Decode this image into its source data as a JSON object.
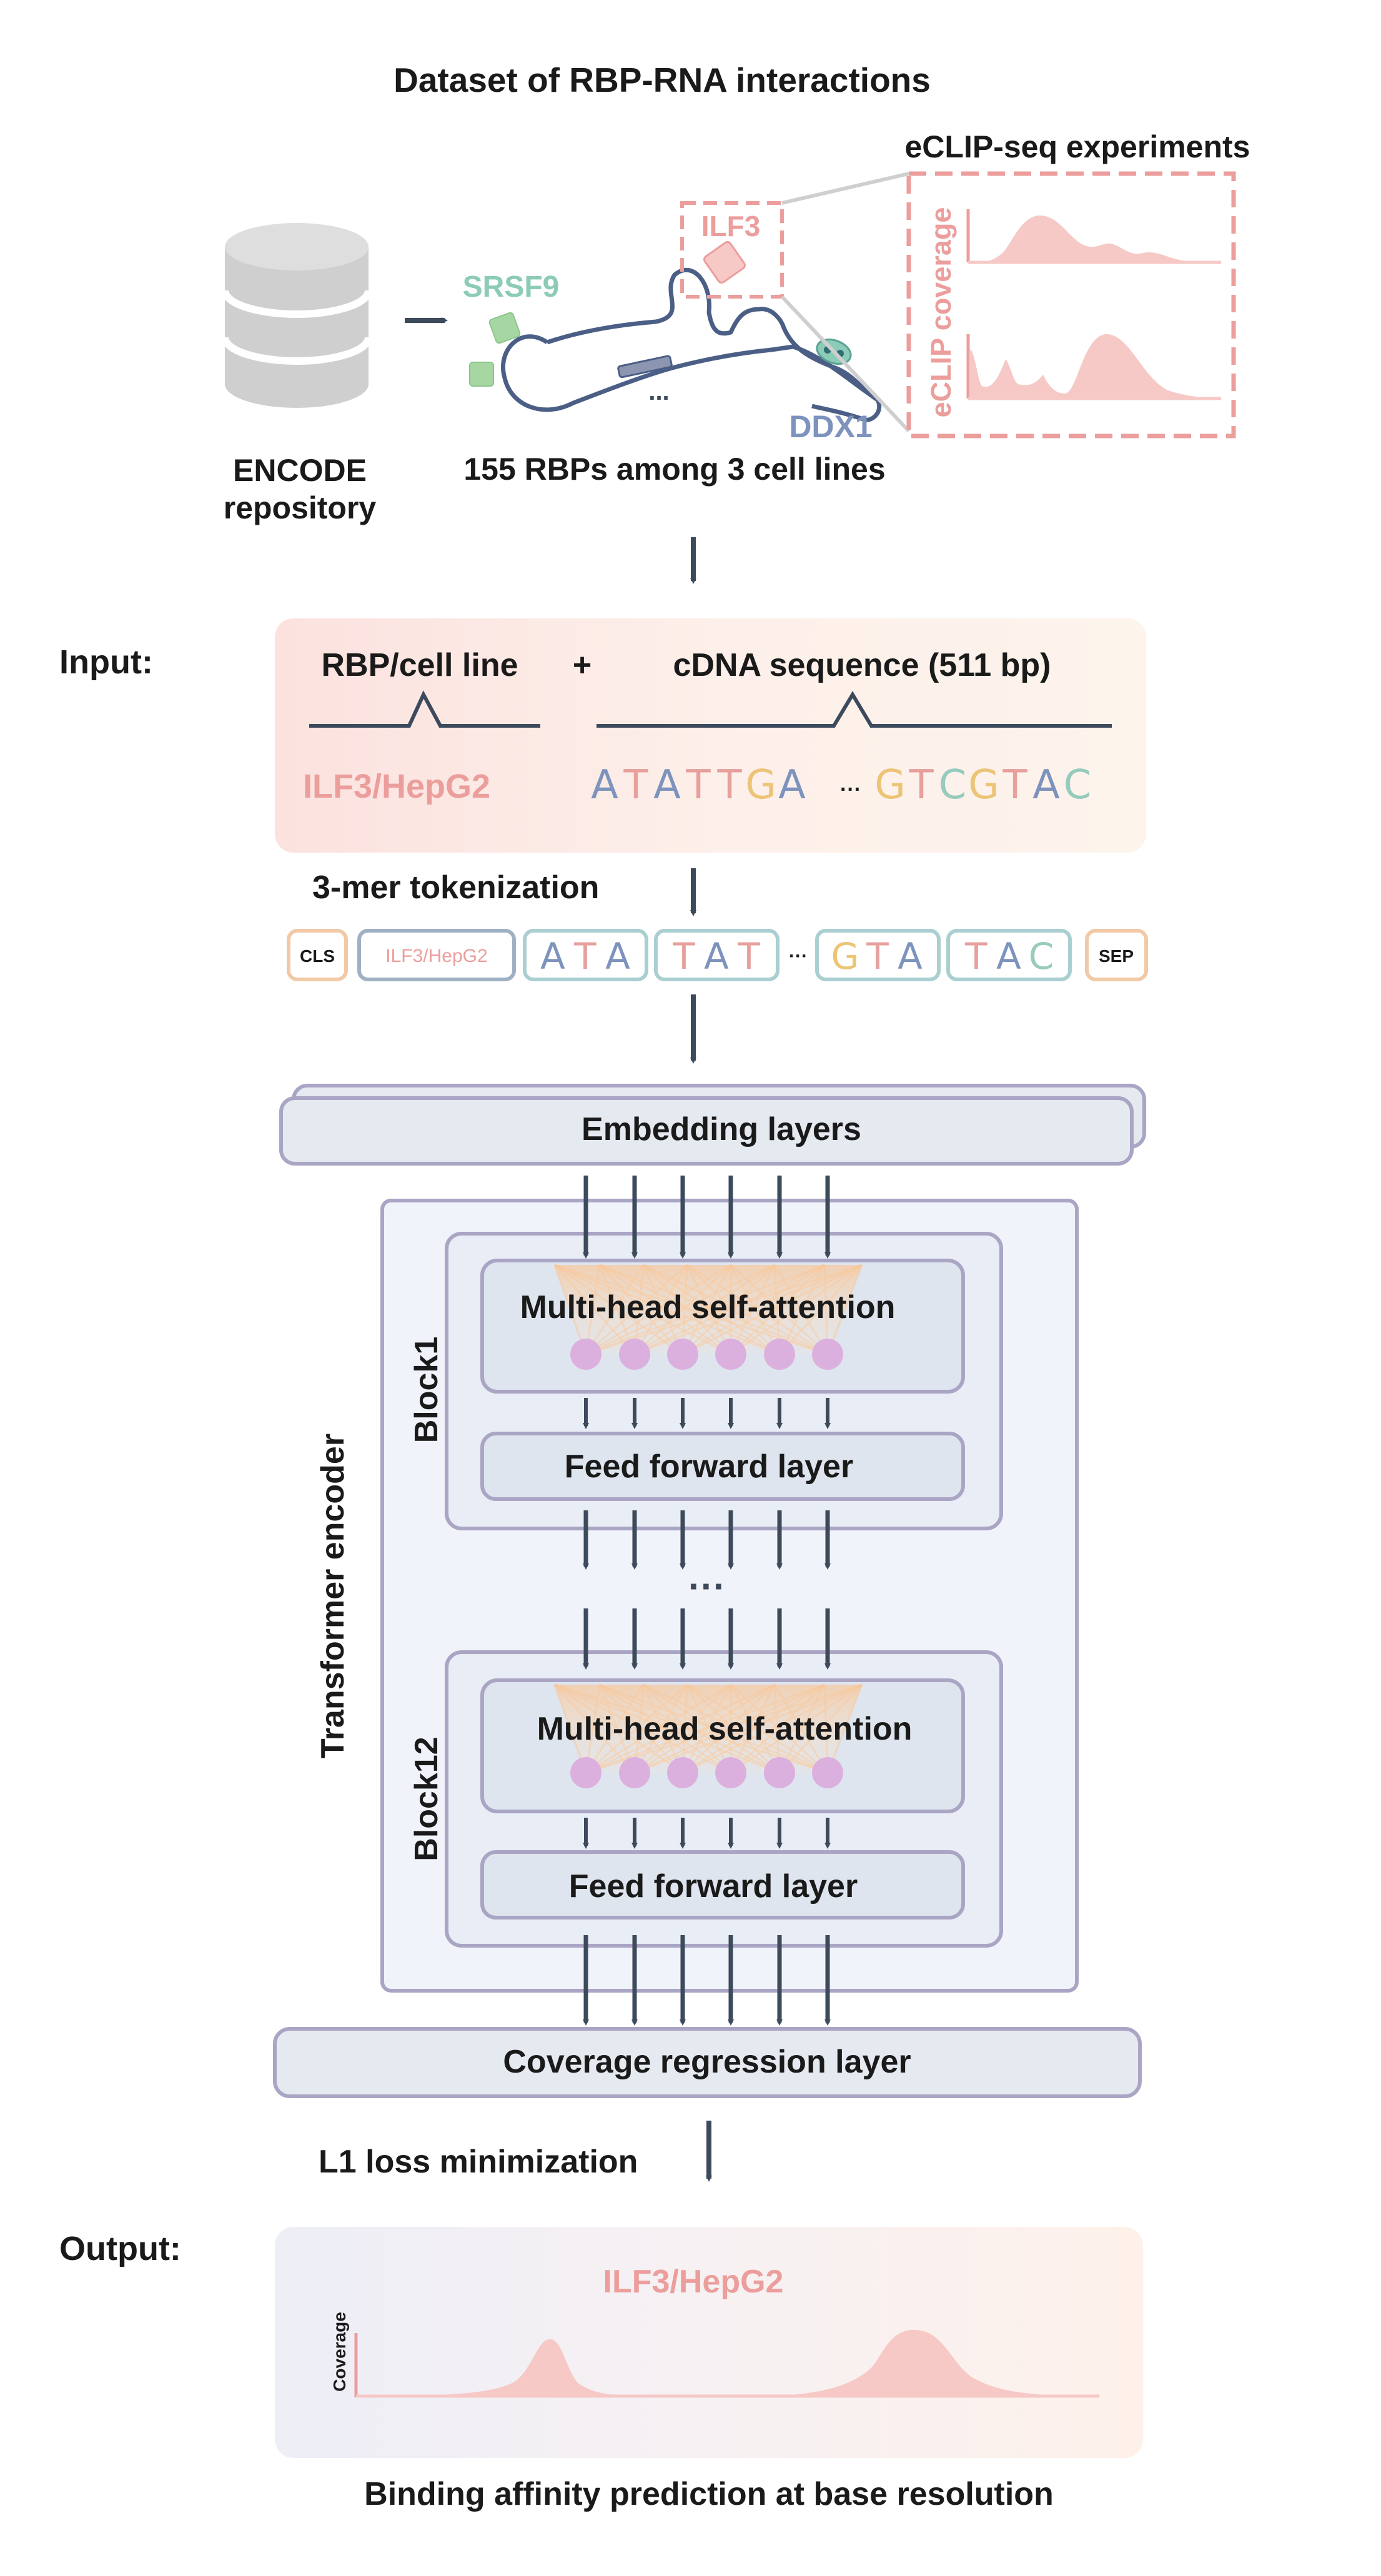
{
  "title": "Dataset of RBP-RNA interactions",
  "dataset": {
    "repository_label_1": "ENCODE",
    "repository_label_2": "repository",
    "rbp_labels": {
      "srsf9": "SRSF9",
      "ilf3": "ILF3",
      "ddx1": "DDX1"
    },
    "ellipsis": "...",
    "summary": "155 RBPs among 3 cell lines",
    "eclip_title": "eCLIP-seq experiments",
    "eclip_axis": "eCLIP coverage"
  },
  "input": {
    "label": "Input:",
    "rbp_header": "RBP/cell line",
    "plus": "+",
    "cdna_header": "cDNA sequence (511 bp)",
    "rbp_value": "ILF3/HepG2",
    "seq_left": [
      "A",
      "T",
      "A",
      "T",
      "T",
      "G",
      "A"
    ],
    "seq_ellipsis": "···",
    "seq_right": [
      "G",
      "T",
      "C",
      "G",
      "T",
      "A",
      "C"
    ]
  },
  "tokenization": {
    "label": "3-mer tokenization",
    "cls": "CLS",
    "rbp_token": "ILF3/HepG2",
    "tokens_left": [
      [
        "A",
        "T",
        "A"
      ],
      [
        "T",
        "A",
        "T"
      ]
    ],
    "ellipsis": "···",
    "tokens_right": [
      [
        "G",
        "T",
        "A"
      ],
      [
        "T",
        "A",
        "C"
      ]
    ],
    "sep": "SEP"
  },
  "model": {
    "embedding": "Embedding layers",
    "encoder_label": "Transformer encoder",
    "block1_label": "Block1",
    "block12_label": "Block12",
    "attention": "Multi-head self-attention",
    "feed_forward": "Feed forward layer",
    "between_blocks": "···",
    "regression": "Coverage regression layer",
    "loss": "L1 loss minimization"
  },
  "output": {
    "label": "Output:",
    "rbp_value": "ILF3/HepG2",
    "axis_label": "Coverage",
    "caption": "Binding affinity prediction at base resolution"
  },
  "colors": {
    "dark": "#3d4a5c",
    "pink": "#eb9e9c",
    "pink_fill": "#f6c9c6",
    "teal": "#8ccbb7",
    "blue_label": "#7d93bd",
    "box_fill": "#e5eaf1",
    "box_stroke": "#aaa5c4",
    "nuc_A": "#7d93bd",
    "nuc_T": "#e7a09d",
    "nuc_G": "#ecc476",
    "nuc_C": "#96cbbd"
  }
}
